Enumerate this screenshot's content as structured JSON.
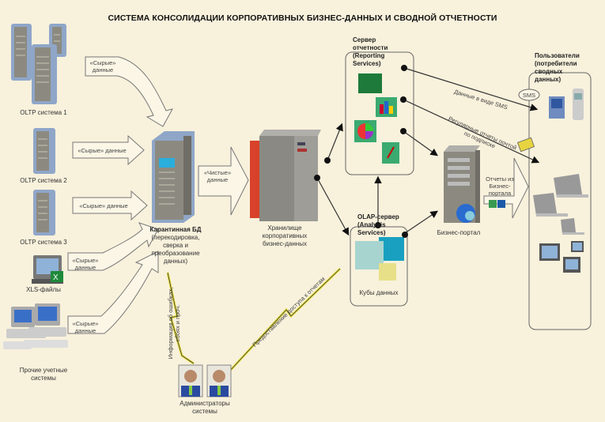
{
  "title": "СИСТЕМА КОНСОЛИДАЦИИ КОРПОРАТИВНЫХ БИЗНЕС-ДАННЫХ И СВОДНОЙ ОТЧЕТНОСТИ",
  "colors": {
    "background": "#f8f1dc",
    "server_blue": "#8fa6c8",
    "server_gray": "#8c8a80",
    "warehouse_red": "#d8422a",
    "lightning_yellow": "#e8e040",
    "connector": "#333333"
  },
  "sources": [
    {
      "label": "OLTP система 1",
      "icon": "server-cluster-icon",
      "flow_label": "«Сырые» данные"
    },
    {
      "label": "OLTP система 2",
      "icon": "server-icon",
      "flow_label": "«Сырые» данные"
    },
    {
      "label": "OLTP система 3",
      "icon": "server-icon",
      "flow_label": "«Сырые» данные"
    },
    {
      "label": "XLS-файлы",
      "icon": "computer-excel-icon",
      "flow_label": "«Сырые» данные"
    },
    {
      "label": "Прочие учетные системы",
      "icon": "workstations-icon",
      "flow_label": "«Сырые» данные"
    }
  ],
  "flow_raw_1a": "«Сырые»",
  "flow_raw_1b": "данные",
  "flow_raw_line": "«Сырые» данные",
  "quarantine": {
    "title": "Карантинная БД",
    "desc1": "(перекодировка,",
    "desc2": "сверка и",
    "desc3": "преобразование",
    "desc4": "данных)"
  },
  "clean_flow": {
    "line1": "«Чистые»",
    "line2": "данные"
  },
  "warehouse": {
    "line1": "Хранилище",
    "line2": "корпоративных",
    "line3": "бизнес-данных"
  },
  "reporting_server": {
    "line1": "Сервер",
    "line2": "отчетности",
    "line3": "(Reporting",
    "line4": "Services)"
  },
  "olap_server": {
    "line1": "OLAP-сервер",
    "line2": "(Analysis",
    "line3": "Services)",
    "cubes": "Кубы данных"
  },
  "portal": {
    "label": "Бизнес-портал",
    "flow1": "Отчеты из",
    "flow2": "Бизнес-",
    "flow3": "портала"
  },
  "users": {
    "line1": "Пользователи",
    "line2": "(потребители",
    "line3": "сводных",
    "line4": "данных)"
  },
  "sms_badge": "SMS",
  "sms_flow": "Данные в виде SMS",
  "email_flow1": "Регулярные отчеты почтой",
  "email_flow2": "по подписке",
  "admins": {
    "line1": "Администраторы",
    "line2": "системы"
  },
  "errors_flow1": "Информация об ошибках,",
  "errors_flow2": "сбоях и проч.",
  "access_flow": "Предоставление доступа к отчетам"
}
